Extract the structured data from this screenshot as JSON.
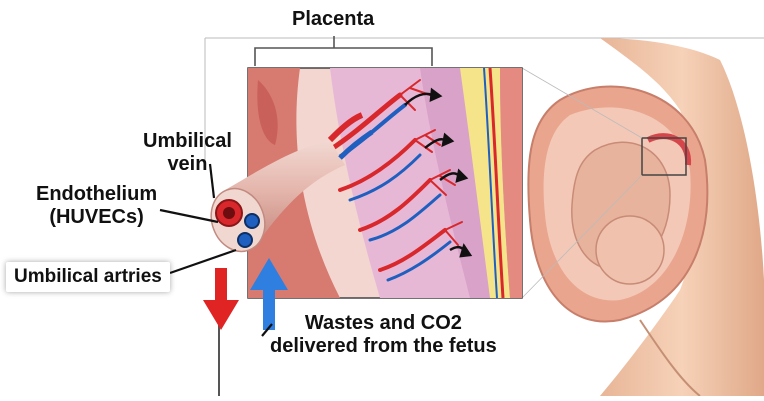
{
  "labels": {
    "placenta": "Placenta",
    "umbilical_vein_line1": "Umbilical",
    "umbilical_vein_line2": "vein",
    "endothelium_line1": "Endothelium",
    "endothelium_line2": "(HUVECs)",
    "umbilical_arteries": "Umbilical artries",
    "wastes_line1": "Wastes and CO2",
    "wastes_line2": "delivered from the fetus"
  },
  "colors": {
    "vein_red": "#d8282c",
    "artery_blue": "#1f5fbf",
    "arrow_red": "#e02424",
    "arrow_blue": "#2f7fe0",
    "placenta_pink": "#e7b8d6",
    "skin": "#f0c3a5"
  }
}
